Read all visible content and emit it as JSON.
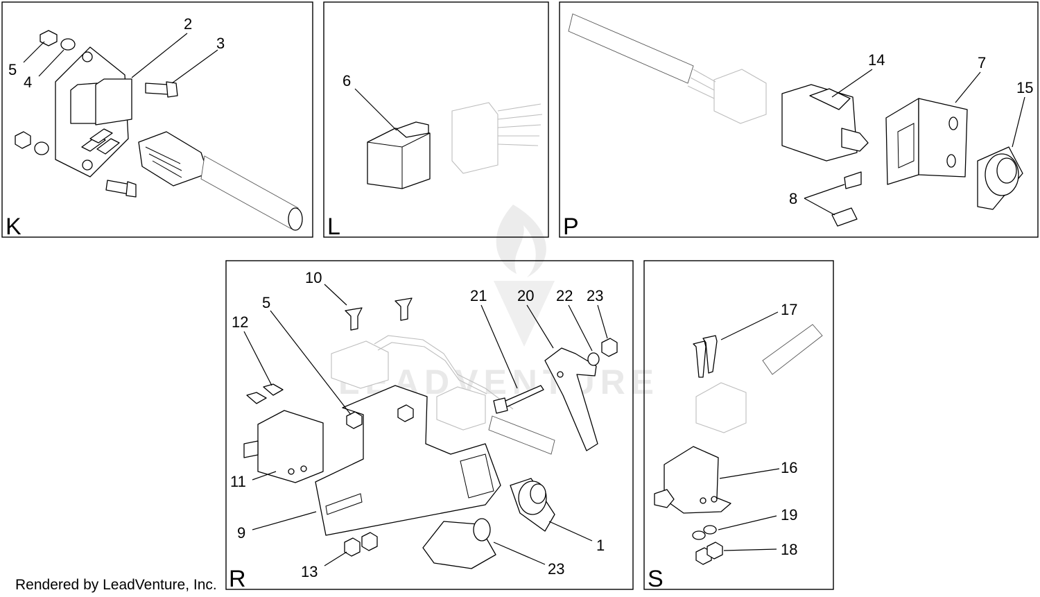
{
  "panels": [
    {
      "letter": "K",
      "callouts": [
        "2",
        "3",
        "5",
        "4"
      ]
    },
    {
      "letter": "L",
      "callouts": [
        "6"
      ]
    },
    {
      "letter": "P",
      "callouts": [
        "14",
        "7",
        "15",
        "8"
      ]
    },
    {
      "letter": "R",
      "callouts": [
        "10",
        "5",
        "12",
        "21",
        "20",
        "22",
        "23",
        "11",
        "9",
        "13",
        "1",
        "23"
      ]
    },
    {
      "letter": "S",
      "callouts": [
        "17",
        "16",
        "19",
        "18"
      ]
    }
  ],
  "watermark": "LEADVENTURE",
  "footer": "Rendered by LeadVenture, Inc."
}
